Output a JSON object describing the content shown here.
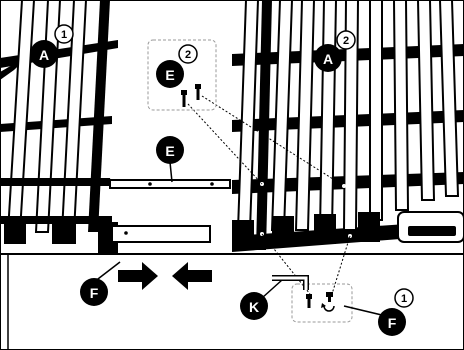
{
  "labels": {
    "a_left": "A",
    "a_left_num": "1",
    "a_right": "A",
    "a_right_num": "2",
    "e_top": "E",
    "e_top_num": "2",
    "e_mid": "E",
    "f_left": "F",
    "k": "K",
    "f_right": "F",
    "f_right_num": "1"
  },
  "colors": {
    "ink": "#000000",
    "paper": "#ffffff",
    "dash": "#888888"
  },
  "icons": [
    "arrow-right-icon",
    "arrow-left-icon",
    "screw-icon",
    "rotate-icon",
    "hex-key-icon"
  ]
}
